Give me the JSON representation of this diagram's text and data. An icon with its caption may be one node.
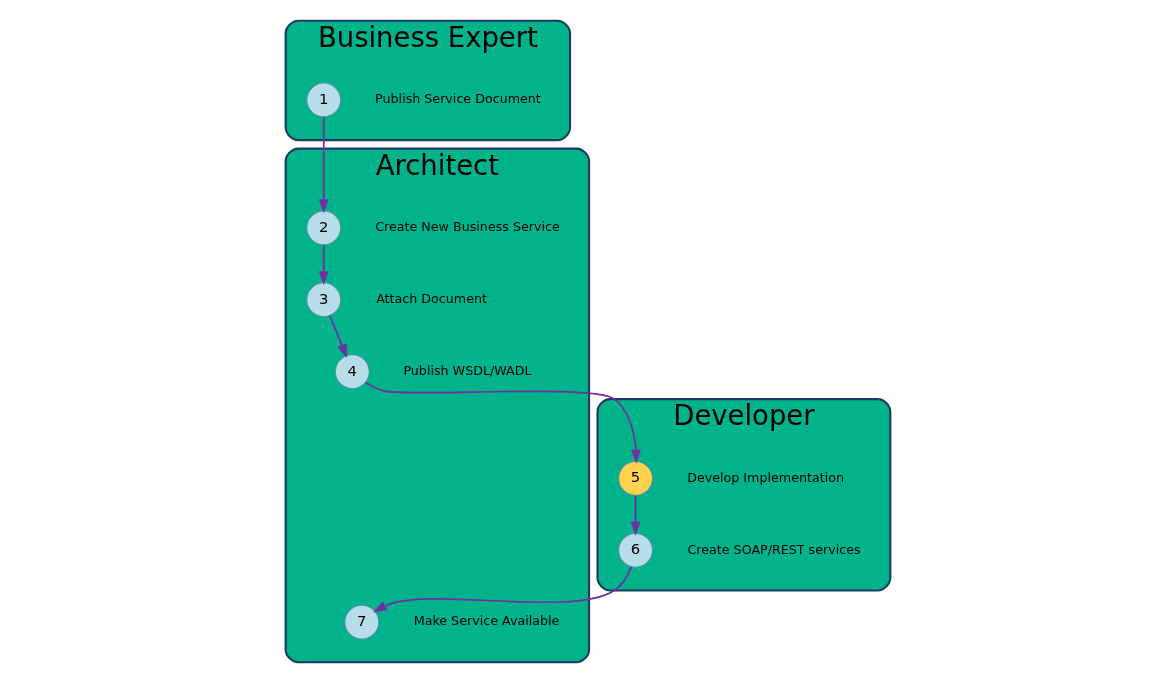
{
  "diagram": {
    "nodes": [
      {
        "text": [
          "Business Expert"
        ]
      },
      {
        "text": [
          "Architect"
        ]
      },
      {
        "text": [
          "Developer"
        ]
      },
      {
        "text": [
          "1"
        ],
        "in": 0,
        "beside": [
          "Publish Service Document"
        ]
      },
      {
        "text": [
          "2"
        ],
        "in": 1,
        "beside": [
          "Create New Business Service"
        ]
      },
      {
        "text": [
          "3"
        ],
        "in": 1,
        "beside": [
          "Attach Document"
        ]
      },
      {
        "text": [
          "4"
        ],
        "in": 1,
        "beside": [
          "Publish WSDL/WADL"
        ]
      },
      {
        "text": [
          "5"
        ],
        "in": 2,
        "beside": [
          "Develop Implementation"
        ]
      },
      {
        "text": [
          "6"
        ],
        "in": 2,
        "beside": [
          "Create SOAP/REST services"
        ]
      },
      {
        "text": [
          "7"
        ],
        "in": 1,
        "beside": [
          "Make Service Available"
        ]
      }
    ],
    "edges": [
      {
        "from": 3,
        "to": 4,
        "arrow": "to"
      },
      {
        "from": 4,
        "to": 5,
        "arrow": "to"
      },
      {
        "from": 5,
        "to": 6,
        "arrow": "to"
      },
      {
        "from": 6,
        "to": 7,
        "arrow": "to"
      },
      {
        "from": 7,
        "to": 8,
        "arrow": "to"
      },
      {
        "from": 8,
        "to": 9,
        "arrow": "to"
      }
    ]
  }
}
